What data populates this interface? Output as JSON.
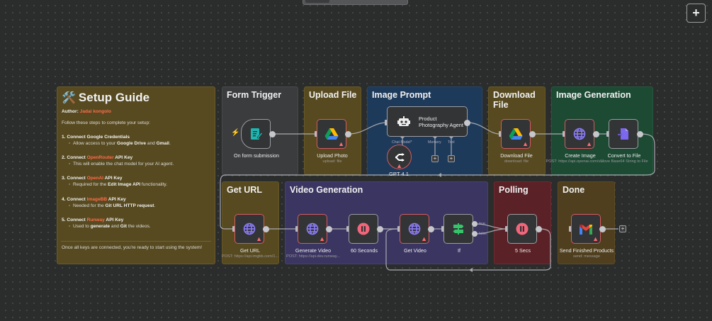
{
  "canvas": {
    "zoom_in_label": "+",
    "colors": {
      "background": "#2b2d2d",
      "error_border": "#d65a62",
      "accent_link": "#ff6b4a",
      "group_yellow": "#574a20",
      "group_gray": "#3b3c3e",
      "group_blue": "#1e3a5a",
      "group_green": "#1c4a33",
      "group_purple": "#3b3562",
      "group_red": "#5a2227",
      "group_brown": "#4f3f1e"
    }
  },
  "setup_guide": {
    "icon": "tools-icon",
    "title": "Setup Guide",
    "author_label": "Author:",
    "author_name": "Jadai kongolo",
    "intro": "Follow these steps to complete your setup:",
    "steps": [
      {
        "num": "1.",
        "pre": "Connect ",
        "highlight": "",
        "bold": "Connect Google Credentials",
        "post": "",
        "detail_parts": [
          "Allow access to your ",
          "Google Drive",
          " and ",
          "Gmail",
          "."
        ]
      },
      {
        "num": "2.",
        "pre": "Connect ",
        "highlight": "OpenRouter",
        "post": " API Key",
        "detail_parts": [
          "This will enable the chat model for your AI agent.",
          "",
          "",
          "",
          ""
        ]
      },
      {
        "num": "3.",
        "pre": "Connect ",
        "highlight": "OpenAI",
        "post": " API Key",
        "detail_parts": [
          "Required for the ",
          "Edit Image API",
          " functionality.",
          "",
          ""
        ]
      },
      {
        "num": "4.",
        "pre": "Connect ",
        "highlight": "ImageBB",
        "post": " API Key",
        "detail_parts": [
          "Needed for the ",
          "Git URL HTTP request",
          ".",
          "",
          ""
        ]
      },
      {
        "num": "5.",
        "pre": "Connect ",
        "highlight": "Runway",
        "post": " API Key",
        "detail_parts": [
          "Used to ",
          "generate",
          " and ",
          "Git",
          " the videos."
        ]
      }
    ],
    "footer": "Once all keys are connected, you're ready to start using the system!"
  },
  "groups": [
    {
      "id": "form-trigger",
      "title": "Form Trigger"
    },
    {
      "id": "upload-file",
      "title": "Upload File"
    },
    {
      "id": "image-prompt",
      "title": "Image Prompt"
    },
    {
      "id": "download-file",
      "title": "Download File"
    },
    {
      "id": "image-generation",
      "title": "Image Generation"
    },
    {
      "id": "get-url",
      "title": "Get URL"
    },
    {
      "id": "video-generation",
      "title": "Video Generation"
    },
    {
      "id": "polling",
      "title": "Polling"
    },
    {
      "id": "done",
      "title": "Done"
    }
  ],
  "nodes": {
    "form": {
      "label": "On form submission",
      "icon": "form-icon",
      "trigger_icon": "lightning-icon"
    },
    "upload": {
      "label": "Upload Photo",
      "sub": "upload: file",
      "icon": "google-drive-icon"
    },
    "agent": {
      "label_line1": "Product",
      "label_line2": "Photography Agent",
      "icon": "robot-icon",
      "ports": [
        "Chat Model*",
        "Memory",
        "Tool"
      ]
    },
    "gpt": {
      "label": "GPT 4.1",
      "icon": "openrouter-icon"
    },
    "download": {
      "label": "Download File",
      "sub": "download: file",
      "icon": "google-drive-icon"
    },
    "create_image": {
      "label": "Create Image",
      "sub": "POST: https://api.openai.com/v...",
      "icon": "globe-icon"
    },
    "convert": {
      "label": "Convert to File",
      "sub": "Move Base64 String to File",
      "icon": "convert-file-icon"
    },
    "get_url": {
      "label": "Get URL",
      "sub": "POST: https://api.imgbb.com/1...",
      "icon": "globe-icon"
    },
    "gen_video": {
      "label": "Generate Video",
      "sub": "POST: https://api.dev.runway...",
      "icon": "globe-icon"
    },
    "wait60": {
      "label": "60 Seconds",
      "icon": "pause-icon"
    },
    "get_video": {
      "label": "Get Video",
      "icon": "globe-icon"
    },
    "if": {
      "label": "If",
      "icon": "signpost-icon",
      "outputs": [
        "true",
        "false"
      ]
    },
    "wait5": {
      "label": "5 Secs",
      "icon": "pause-icon"
    },
    "gmail": {
      "label": "Send Finished Products",
      "sub": "send: message",
      "icon": "gmail-icon"
    }
  }
}
